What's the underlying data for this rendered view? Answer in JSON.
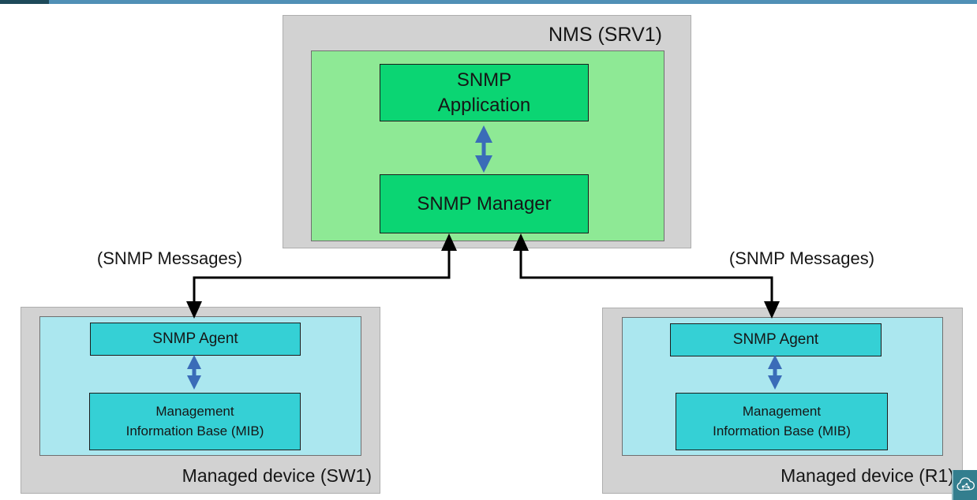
{
  "colors": {
    "page_bg": "#ffffff",
    "progress_watched": "#1e4a5a",
    "progress_remaining": "#5090b6",
    "group_bg": "#d2d2d2",
    "group_border": "#aeaeae",
    "inner_border": "#6f6f6f",
    "nms_inner_bg": "#8ee995",
    "node_green": "#0bd573",
    "node_border": "#1c1c1c",
    "device_inner_bg": "#abe7ef",
    "node_teal": "#35d0d5",
    "arrow_blue": "#3a6cb8",
    "connector": "#000000",
    "text": "#161616",
    "watermark_bg": "#337e8e"
  },
  "nms": {
    "title": "NMS (SRV1)",
    "application": {
      "line1": "SNMP",
      "line2": "Application"
    },
    "manager_label": "SNMP Manager"
  },
  "messages": {
    "left_label": "(SNMP Messages)",
    "right_label": "(SNMP Messages)"
  },
  "device_left": {
    "title": "Managed device (SW1)",
    "agent_label": "SNMP Agent",
    "mib": {
      "line1": "Management",
      "line2": "Information Base (MIB)"
    }
  },
  "device_right": {
    "title": "Managed device (R1)",
    "agent_label": "SNMP Agent",
    "mib": {
      "line1": "Management",
      "line2": "Information Base (MIB)"
    }
  },
  "icons": {
    "watermark": "cloud-network-icon"
  }
}
